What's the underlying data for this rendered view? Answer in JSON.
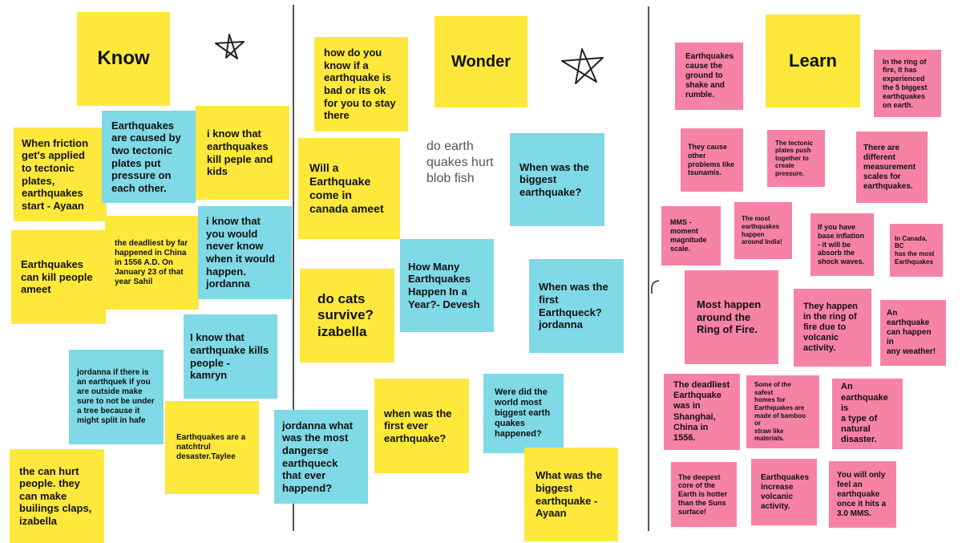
{
  "headers": {
    "know": "Know",
    "wonder": "Wonder",
    "learn": "Learn"
  },
  "know_notes": [
    "When friction\nget's applied\nto tectonic\nplates,\nearthquakes\nstart - Ayaan",
    "Earthquakes\nare caused by\ntwo tectonic\nplates put\npressure on\neach other.",
    "i know that\nearthquakes\nkill peple and\nkids",
    "Earthquakes\ncan kill people\nameet",
    "the deadliest by far\nhappened in China\nin 1556 A.D. On\nJanuary 23 of that\nyear Sahil",
    "i know that\nyou would\nnever know\nwhen it would\nhappen.\njordanna",
    "I know that\nearthquake kills\npeople -\nkamryn",
    "jordanna if there is\nan earthquek if you\nare outside make\nsure to not be under\na tree because it\nmight split in hafe",
    "Earthquakes are a\nnatchtrul\ndesaster.Taylee",
    "the can hurt\npeople.  they\ncan make\nbuilings claps,\nizabella"
  ],
  "wonder_notes": [
    "how do you\nknow if a\nearthquake is\nbad or its ok\nfor you to stay\nthere",
    "Will a\nEarthquake\ncome in\ncanada ameet",
    "When was the\nbiggest\nearthquake?",
    "How Many\nEarthquakes\nHappen In a\nYear?- Devesh",
    "do cats\nsurvive?\nizabella",
    "When was the\nfirst\nEarthqueck?\njordanna",
    "when was the\nfirst ever\nearthquake?",
    "Were did the\nworld most\nbiggest earth\nquakes\nhappened?",
    "jordanna what\nwas the most\ndangerse\nearthqueck\nthat ever\nhappend?",
    "What was the\nbiggest\nearthquake -\nAyaan"
  ],
  "wonder_floating_text": "do earth\nquakes hurt\nblob fish",
  "learn_notes": [
    "Earthquakes\ncause the\nground to\nshake and\nrumble.",
    "In the ring of\nfire, it has\nexperienced\nthe 5 biggest\nearthquakes\non earth.",
    "They cause\nother\nproblems like\ntsunamis.",
    "The tectonic\nplates push\ntogether to\ncreate\npressure.",
    "There are\ndifferent\nmeasurement\nscales for\nearthquakes.",
    "MMS -\nmoment\nmagnitude\nscale.",
    "The most\nearthquakes\nhappen\naround India!",
    "If you have\nbase inflation\n- it will be\nabsorb the\nshock waves.",
    "In Canada, BC\nhas the most\nEarthquakes",
    "Most happen\naround the\nRing of Fire.",
    "They happen\nin the ring of\nfire due to\nvolcanic\nactivity.",
    "An\nearthquake\ncan happen in\nany weather!",
    "The deadliest\nEarthquake\nwas in\nShanghai,\nChina in 1556.",
    "Some of the safest\nhomes for\nEarthquakes are\nmade of bamboo or\nstraw like materials.",
    "An\nearthquake is\na type of\nnatural\ndisaster.",
    "The deepest\ncore of the\nEarth is hotter\nthan the Suns\nsurface!",
    "Earthquakes\nincrease\nvolcanic\nactivity.",
    "You will only\nfeel an\nearthquake\nonce it hits a\n3.0 MMS."
  ],
  "colors": {
    "yellow": "#fde83b",
    "blue": "#7fd9e6",
    "pink": "#f682a6",
    "divider": "#555555"
  },
  "icons": [
    "star-icon",
    "star-icon"
  ]
}
